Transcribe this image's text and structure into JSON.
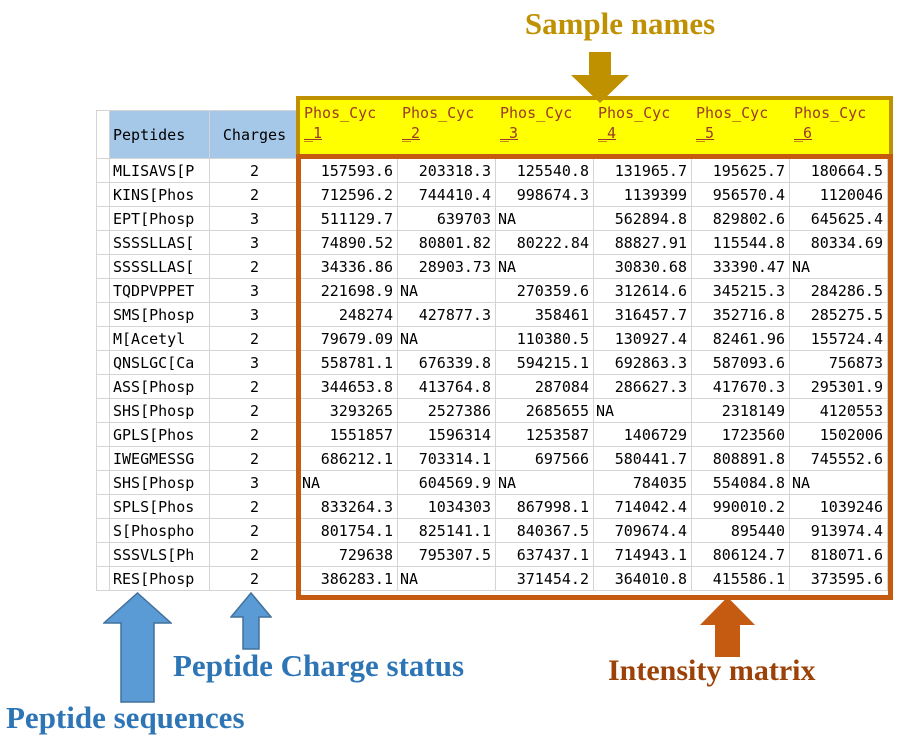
{
  "annotations": {
    "sample_names": "Sample names",
    "peptide_sequences": "Peptide sequences",
    "peptide_charge_status": "Peptide Charge status",
    "intensity_matrix": "Intensity matrix"
  },
  "colors": {
    "gold": "#BF9000",
    "yellow_header_bg": "#FFFF00",
    "sample_header_text": "#9B3A26",
    "matrix_border_orange": "#C55A11",
    "blue_annotation_text": "#2E75B6",
    "blue_arrow_fill": "#5B9BD5",
    "blue_arrow_stroke": "#41719C",
    "intensity_text_brown": "#9C4208",
    "column_header_blue_bg": "#A5C8E8",
    "grid_line": "#D4D4D4"
  },
  "table": {
    "peptides_header": "Peptides",
    "charges_header": "Charges",
    "sample_headers": [
      {
        "top": "Phos_Cyc",
        "bottom": "_1"
      },
      {
        "top": "Phos_Cyc",
        "bottom": "_2"
      },
      {
        "top": "Phos_Cyc",
        "bottom": "_3"
      },
      {
        "top": "Phos_Cyc",
        "bottom": "_4"
      },
      {
        "top": "Phos_Cyc",
        "bottom": "_5"
      },
      {
        "top": "Phos_Cyc",
        "bottom": "_6"
      }
    ],
    "rows": [
      {
        "peptide": "MLISAVS[P",
        "charge": "2",
        "values": [
          "157593.6",
          "203318.3",
          "125540.8",
          "131965.7",
          "195625.7",
          "180664.5"
        ]
      },
      {
        "peptide": "KINS[Phos",
        "charge": "2",
        "values": [
          "712596.2",
          "744410.4",
          "998674.3",
          "1139399",
          "956570.4",
          "1120046"
        ]
      },
      {
        "peptide": "EPT[Phosp",
        "charge": "3",
        "values": [
          "511129.7",
          "639703",
          "NA",
          "562894.8",
          "829802.6",
          "645625.4"
        ]
      },
      {
        "peptide": "SSSSLLAS[",
        "charge": "3",
        "values": [
          "74890.52",
          "80801.82",
          "80222.84",
          "88827.91",
          "115544.8",
          "80334.69"
        ]
      },
      {
        "peptide": "SSSSLLAS[",
        "charge": "2",
        "values": [
          "34336.86",
          "28903.73",
          "NA",
          "30830.68",
          "33390.47",
          "NA"
        ]
      },
      {
        "peptide": "TQDPVPPET",
        "charge": "3",
        "values": [
          "221698.9",
          "NA",
          "270359.6",
          "312614.6",
          "345215.3",
          "284286.5"
        ]
      },
      {
        "peptide": "SMS[Phosp",
        "charge": "3",
        "values": [
          "248274",
          "427877.3",
          "358461",
          "316457.7",
          "352716.8",
          "285275.5"
        ]
      },
      {
        "peptide": "M[Acetyl",
        "charge": "2",
        "values": [
          "79679.09",
          "NA",
          "110380.5",
          "130927.4",
          "82461.96",
          "155724.4"
        ]
      },
      {
        "peptide": "QNSLGC[Ca",
        "charge": "3",
        "values": [
          "558781.1",
          "676339.8",
          "594215.1",
          "692863.3",
          "587093.6",
          "756873"
        ]
      },
      {
        "peptide": "ASS[Phosp",
        "charge": "2",
        "values": [
          "344653.8",
          "413764.8",
          "287084",
          "286627.3",
          "417670.3",
          "295301.9"
        ]
      },
      {
        "peptide": "SHS[Phosp",
        "charge": "2",
        "values": [
          "3293265",
          "2527386",
          "2685655",
          "NA",
          "2318149",
          "4120553"
        ]
      },
      {
        "peptide": "GPLS[Phos",
        "charge": "2",
        "values": [
          "1551857",
          "1596314",
          "1253587",
          "1406729",
          "1723560",
          "1502006"
        ]
      },
      {
        "peptide": "IWEGMESSG",
        "charge": "2",
        "values": [
          "686212.1",
          "703314.1",
          "697566",
          "580441.7",
          "808891.8",
          "745552.6"
        ]
      },
      {
        "peptide": "SHS[Phosp",
        "charge": "3",
        "values": [
          "NA",
          "604569.9",
          "NA",
          "784035",
          "554084.8",
          "NA"
        ]
      },
      {
        "peptide": "SPLS[Phos",
        "charge": "2",
        "values": [
          "833264.3",
          "1034303",
          "867998.1",
          "714042.4",
          "990010.2",
          "1039246"
        ]
      },
      {
        "peptide": "S[Phospho",
        "charge": "2",
        "values": [
          "801754.1",
          "825141.1",
          "840367.5",
          "709674.4",
          "895440",
          "913974.4"
        ]
      },
      {
        "peptide": "SSSVLS[Ph",
        "charge": "2",
        "values": [
          "729638",
          "795307.5",
          "637437.1",
          "714943.1",
          "806124.7",
          "818071.6"
        ]
      },
      {
        "peptide": "RES[Phosp",
        "charge": "2",
        "values": [
          "386283.1",
          "NA",
          "371454.2",
          "364010.8",
          "415586.1",
          "373595.6"
        ]
      }
    ]
  }
}
